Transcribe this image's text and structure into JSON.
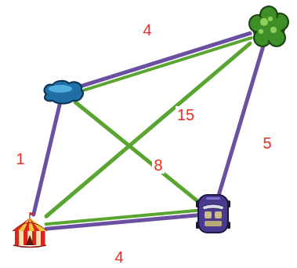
{
  "diagram": {
    "nodes": [
      {
        "text": []
      },
      {
        "text": []
      },
      {
        "text": []
      },
      {
        "text": []
      }
    ],
    "edges": [
      {
        "from": 0,
        "to": 1,
        "arrow": "none",
        "label": "4"
      },
      {
        "from": 2,
        "to": 0,
        "arrow": "none",
        "label": "1"
      },
      {
        "from": 2,
        "to": 1,
        "arrow": "none",
        "label": "15"
      },
      {
        "from": 0,
        "to": 3,
        "arrow": "none",
        "label": "8"
      },
      {
        "from": 1,
        "to": 3,
        "arrow": "none",
        "label": "5"
      },
      {
        "from": 2,
        "to": 3,
        "arrow": "none",
        "label": "4"
      }
    ]
  }
}
